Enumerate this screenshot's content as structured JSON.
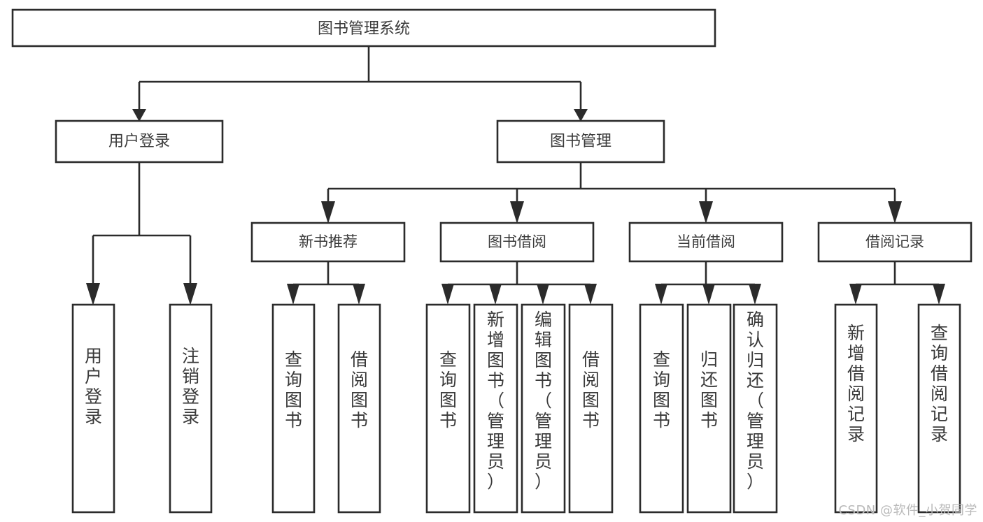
{
  "diagram": {
    "title": "图书管理系统",
    "type": "tree-hierarchy-diagram",
    "colors": {
      "stroke": "#2b2b2b",
      "fill": "#ffffff",
      "text": "#3a3a3a",
      "background": "#ffffff",
      "watermark": "#b9b9b9"
    }
  },
  "root": {
    "label": "图书管理系统"
  },
  "level1": [
    {
      "label": "用户登录"
    },
    {
      "label": "图书管理"
    }
  ],
  "level2": [
    {
      "label": "新书推荐"
    },
    {
      "label": "图书借阅"
    },
    {
      "label": "当前借阅"
    },
    {
      "label": "借阅记录"
    }
  ],
  "leaves": {
    "user_login": [
      {
        "label": "用户登录"
      },
      {
        "label": "注销登录"
      }
    ],
    "new_book_recommend": [
      {
        "label": "查询图书"
      },
      {
        "label": "借阅图书"
      }
    ],
    "book_borrow": [
      {
        "label": "查询图书"
      },
      {
        "label": "新增图书（管理员）"
      },
      {
        "label": "编辑图书（管理员）"
      },
      {
        "label": "借阅图书"
      }
    ],
    "current_borrow": [
      {
        "label": "查询图书"
      },
      {
        "label": "归还图书"
      },
      {
        "label": "确认归还（管理员）"
      }
    ],
    "borrow_record": [
      {
        "label": "新增借阅记录"
      },
      {
        "label": "查询借阅记录"
      }
    ]
  },
  "watermark": {
    "text": "CSDN @软件_小贺同学"
  }
}
